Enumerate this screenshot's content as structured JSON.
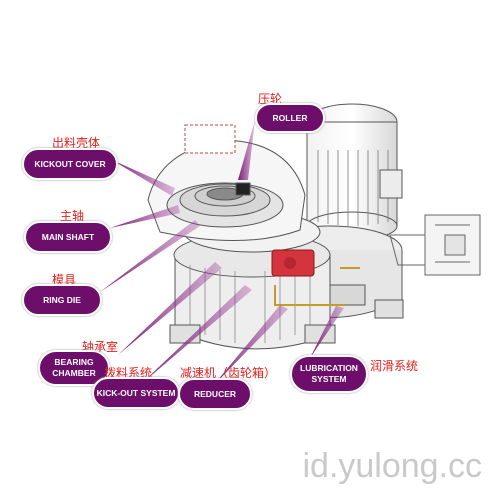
{
  "labels": {
    "roller": {
      "cn": "压轮",
      "en": "ROLLER"
    },
    "kickout_cover": {
      "cn": "出料壳体",
      "en": "KICKOUT COVER"
    },
    "main_shaft": {
      "cn": "主轴",
      "en": "MAIN SHAFT"
    },
    "ring_die": {
      "cn": "模具",
      "en": "RING DIE"
    },
    "bearing_chamber": {
      "cn": "轴承室",
      "en_line1": "BEARING",
      "en_line2": "CHAMBER"
    },
    "kickout_system": {
      "cn": "拨料系统",
      "en": "KICK-OUT SYSTEM"
    },
    "reducer": {
      "cn": "减速机（齿轮箱）",
      "en": "REDUCER"
    },
    "lubrication_system": {
      "cn": "润滑系统",
      "en_line1": "LUBRICATION",
      "en_line2": "SYSTEM"
    }
  },
  "watermark": "id.yulong.cc",
  "colors": {
    "label_bg": "#6e0e6b",
    "label_text": "#ffffff",
    "cn_text": "#e0201e",
    "machine_line": "#555555",
    "accent": "#d4343d"
  }
}
